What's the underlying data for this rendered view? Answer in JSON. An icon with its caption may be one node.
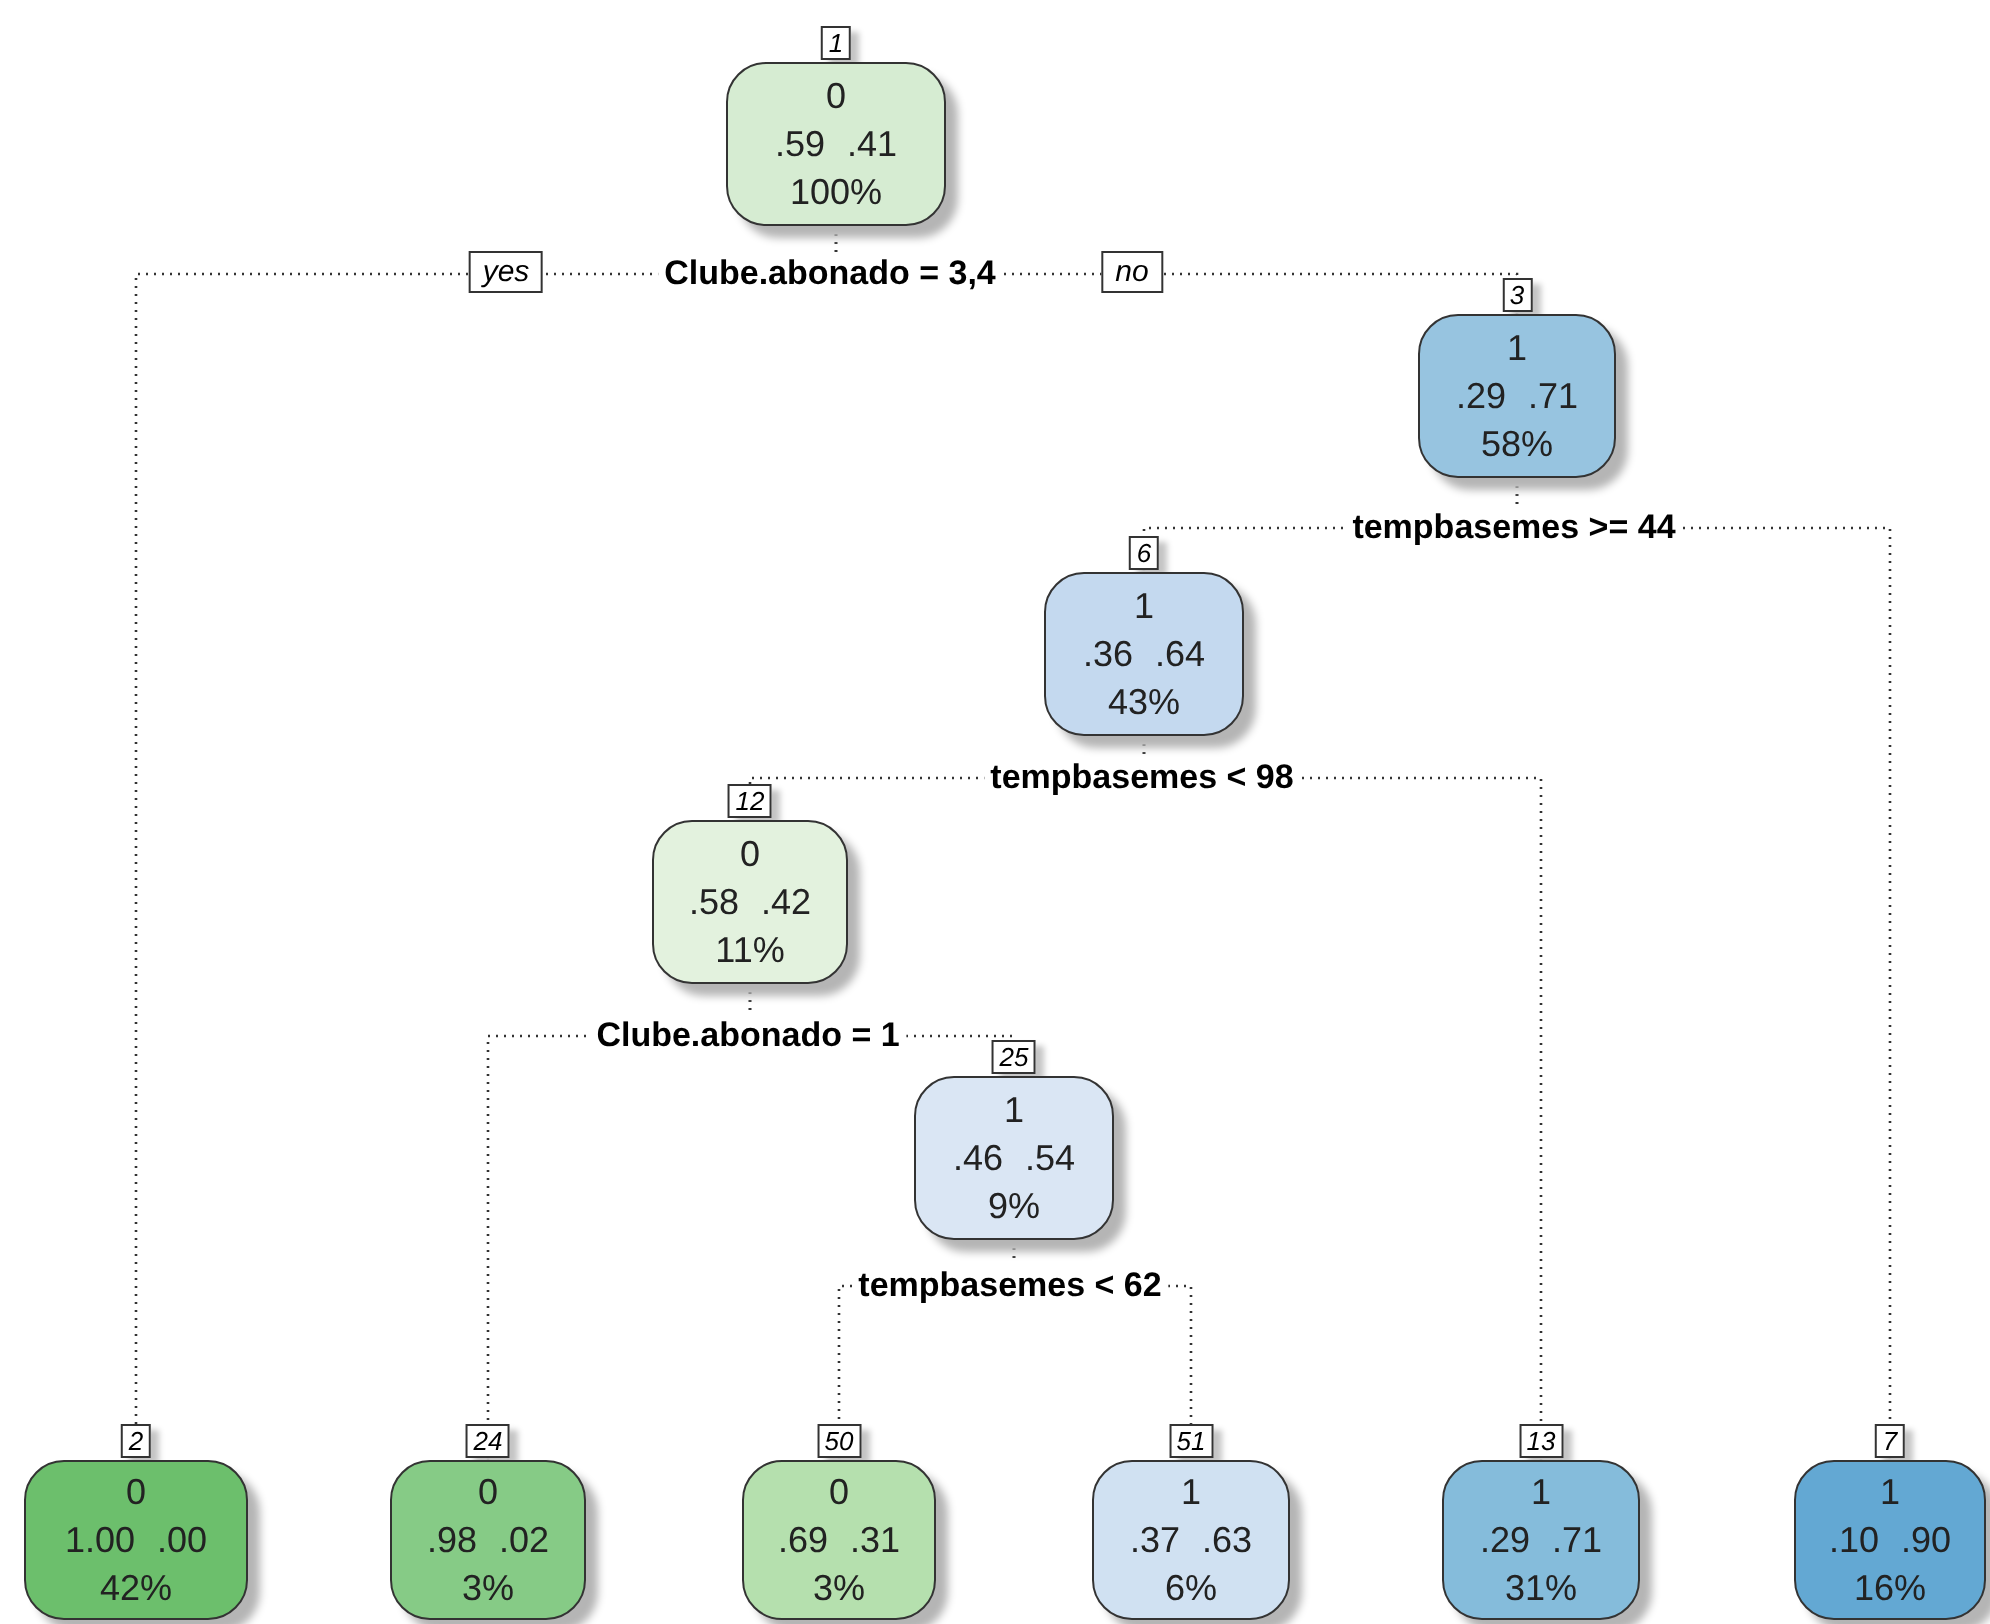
{
  "diagram": {
    "nodes": [
      {
        "text": [
          "0",
          ".59 .41",
          "100%"
        ],
        "beside": [
          "1",
          "Clube.abonado = 3,4"
        ]
      },
      {
        "text": [
          "1",
          ".29 .71",
          "58%"
        ],
        "beside": [
          "3",
          "tempbasemes >= 44"
        ]
      },
      {
        "text": [
          "1",
          ".36 .64",
          "43%"
        ],
        "beside": [
          "6",
          "tempbasemes < 98"
        ]
      },
      {
        "text": [
          "0",
          ".58 .42",
          "11%"
        ],
        "beside": [
          "12",
          "Clube.abonado = 1"
        ]
      },
      {
        "text": [
          "1",
          ".46 .54",
          "9%"
        ],
        "beside": [
          "25",
          "tempbasemes < 62"
        ]
      },
      {
        "text": [
          "0",
          "1.00 .00",
          "42%"
        ],
        "beside": [
          "2"
        ]
      },
      {
        "text": [
          "0",
          ".98 .02",
          "3%"
        ],
        "beside": [
          "24"
        ]
      },
      {
        "text": [
          "0",
          ".69 .31",
          "3%"
        ],
        "beside": [
          "50"
        ]
      },
      {
        "text": [
          "1",
          ".37 .63",
          "6%"
        ],
        "beside": [
          "51"
        ]
      },
      {
        "text": [
          "1",
          ".29 .71",
          "31%"
        ],
        "beside": [
          "13"
        ]
      },
      {
        "text": [
          "1",
          ".10 .90",
          "16%"
        ],
        "beside": [
          "7"
        ]
      }
    ],
    "edges": [
      {
        "from": 0,
        "to": 5,
        "arrow": "none",
        "label": "yes"
      },
      {
        "from": 0,
        "to": 1,
        "arrow": "none",
        "label": "no"
      },
      {
        "from": 1,
        "to": 2,
        "arrow": "none"
      },
      {
        "from": 1,
        "to": 10,
        "arrow": "none"
      },
      {
        "from": 2,
        "to": 3,
        "arrow": "none"
      },
      {
        "from": 2,
        "to": 9,
        "arrow": "none"
      },
      {
        "from": 3,
        "to": 6,
        "arrow": "none"
      },
      {
        "from": 3,
        "to": 4,
        "arrow": "none"
      },
      {
        "from": 4,
        "to": 7,
        "arrow": "none"
      },
      {
        "from": 4,
        "to": 8,
        "arrow": "none"
      }
    ]
  }
}
